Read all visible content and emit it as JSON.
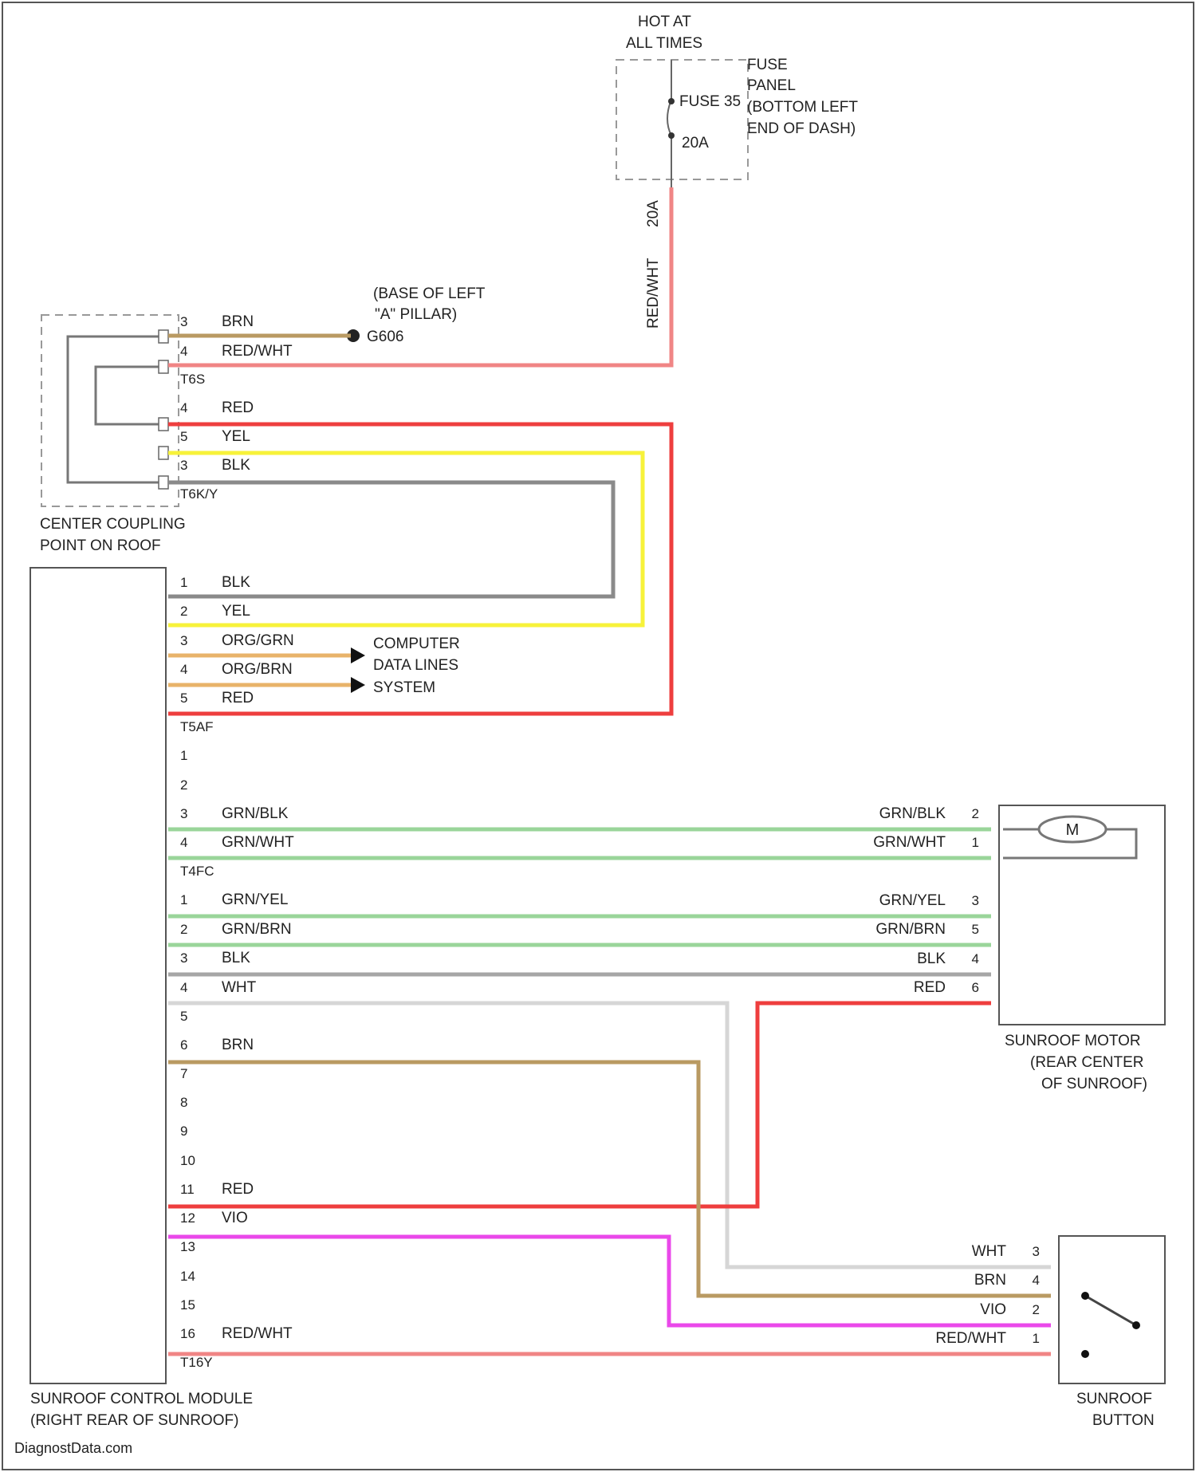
{
  "power": {
    "hot_line1": "HOT AT",
    "hot_line2": "ALL TIMES",
    "fuse_name": "FUSE 35",
    "fuse_rating": "20A",
    "panel_line1": "FUSE",
    "panel_line2": "PANEL",
    "panel_line3": "(BOTTOM LEFT",
    "panel_line4": "END OF DASH)",
    "feed_rating": "20A",
    "feed_color": "RED/WHT"
  },
  "ground": {
    "line1": "(BASE OF LEFT",
    "line2": "\"A\" PILLAR)",
    "name": "G606"
  },
  "coupling": {
    "caption1": "CENTER COUPLING",
    "caption2": "POINT ON ROOF",
    "conn_a": "T6S",
    "conn_b": "T6K/Y",
    "pins": [
      {
        "num": "3",
        "color": "BRN"
      },
      {
        "num": "4",
        "color": "RED/WHT"
      },
      {
        "num": "4",
        "color": "RED"
      },
      {
        "num": "5",
        "color": "YEL"
      },
      {
        "num": "3",
        "color": "BLK"
      }
    ]
  },
  "data_lines": {
    "line1": "COMPUTER",
    "line2": "DATA LINES",
    "line3": "SYSTEM"
  },
  "module": {
    "caption1": "SUNROOF CONTROL MODULE",
    "caption2": "(RIGHT REAR OF SUNROOF)",
    "conn_a": "T5AF",
    "conn_b": "T4FC",
    "conn_c": "T16Y",
    "block_a": [
      {
        "num": "1",
        "color": "BLK"
      },
      {
        "num": "2",
        "color": "YEL"
      },
      {
        "num": "3",
        "color": "ORG/GRN"
      },
      {
        "num": "4",
        "color": "ORG/BRN"
      },
      {
        "num": "5",
        "color": "RED"
      }
    ],
    "block_b": [
      {
        "num": "1",
        "color": ""
      },
      {
        "num": "2",
        "color": ""
      },
      {
        "num": "3",
        "color": "GRN/BLK"
      },
      {
        "num": "4",
        "color": "GRN/WHT"
      }
    ],
    "block_c": [
      {
        "num": "1",
        "color": "GRN/YEL"
      },
      {
        "num": "2",
        "color": "GRN/BRN"
      },
      {
        "num": "3",
        "color": "BLK"
      },
      {
        "num": "4",
        "color": "WHT"
      },
      {
        "num": "5",
        "color": ""
      },
      {
        "num": "6",
        "color": "BRN"
      },
      {
        "num": "7",
        "color": ""
      },
      {
        "num": "8",
        "color": ""
      },
      {
        "num": "9",
        "color": ""
      },
      {
        "num": "10",
        "color": ""
      },
      {
        "num": "11",
        "color": "RED"
      },
      {
        "num": "12",
        "color": "VIO"
      },
      {
        "num": "13",
        "color": ""
      },
      {
        "num": "14",
        "color": ""
      },
      {
        "num": "15",
        "color": ""
      },
      {
        "num": "16",
        "color": "RED/WHT"
      }
    ]
  },
  "motor": {
    "symbol": "M",
    "caption1": "SUNROOF MOTOR",
    "caption2": "(REAR CENTER",
    "caption3": "OF SUNROOF)",
    "pins": [
      {
        "num": "2",
        "color": "GRN/BLK"
      },
      {
        "num": "1",
        "color": "GRN/WHT"
      },
      {
        "num": "3",
        "color": "GRN/YEL"
      },
      {
        "num": "5",
        "color": "GRN/BRN"
      },
      {
        "num": "4",
        "color": "BLK"
      },
      {
        "num": "6",
        "color": "RED"
      }
    ]
  },
  "button": {
    "caption1": "SUNROOF",
    "caption2": "BUTTON",
    "pins": [
      {
        "num": "3",
        "color": "WHT"
      },
      {
        "num": "4",
        "color": "BRN"
      },
      {
        "num": "2",
        "color": "VIO"
      },
      {
        "num": "1",
        "color": "RED/WHT"
      }
    ]
  },
  "watermark": "DiagnostData.com"
}
